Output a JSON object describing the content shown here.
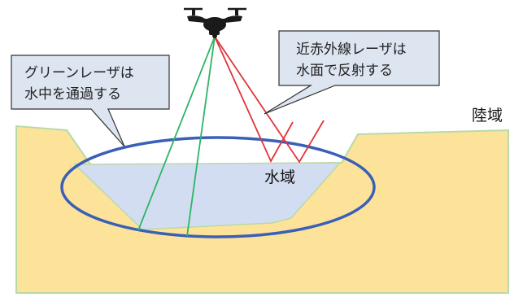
{
  "diagram": {
    "labels": {
      "green_laser_line1": "グリーンレーザは",
      "green_laser_line2": "水中を通過する",
      "nir_laser_line1": "近赤外線レーザは",
      "nir_laser_line2": "水面で反射する",
      "water_area": "水域",
      "land_area": "陸域"
    },
    "colors": {
      "land": "#fde39a",
      "land_edge": "#b9d9a8",
      "water": "#d3ddf1",
      "ellipse": "#3a5fb8",
      "green_laser": "#2cb567",
      "red_laser": "#e2343a",
      "callout_fill": "#dde5f1",
      "callout_border": "#333333",
      "drone": "#1a1a1a"
    },
    "icons": {
      "drone": "drone-icon"
    }
  }
}
